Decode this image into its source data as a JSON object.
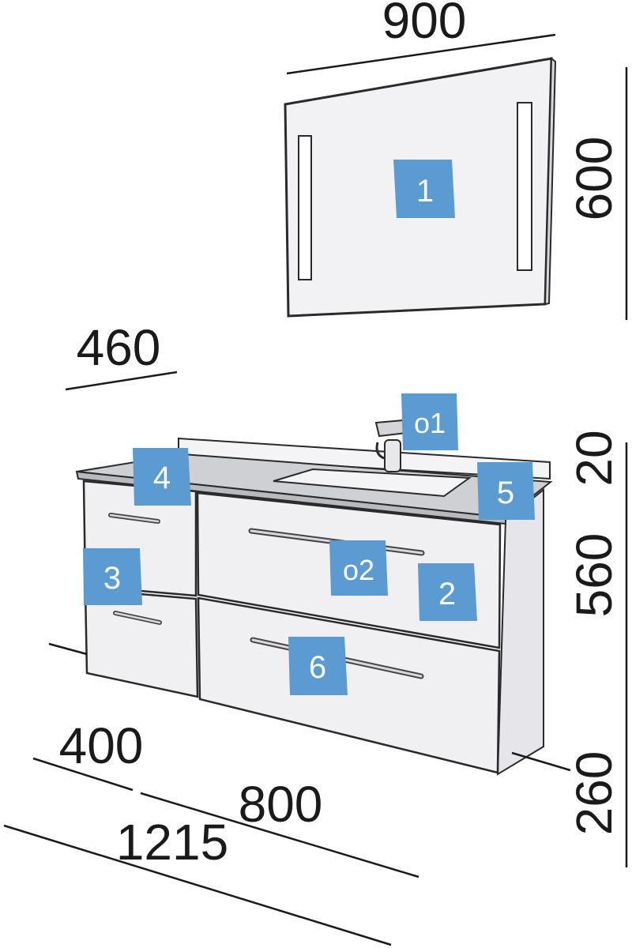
{
  "colors": {
    "badge": "#5b9bd1",
    "panel": "#f0f0f2",
    "top": "#cfd0d3",
    "outline": "#2a2a2a",
    "line": "#1a1a1a"
  },
  "dimensions": {
    "mirror_width": "900",
    "mirror_height": "600",
    "depth": "460",
    "top_thickness": "20",
    "cabinet_height": "560",
    "floor_clearance": "260",
    "left_width": "400",
    "right_width": "800",
    "total_width": "1215"
  },
  "badges": {
    "mirror": "1",
    "right_top_drawer": "2",
    "left_unit": "3",
    "left_top": "4",
    "right_top": "5",
    "bottom_drawer": "6",
    "option_faucet": "o1",
    "option_handle": "o2"
  }
}
